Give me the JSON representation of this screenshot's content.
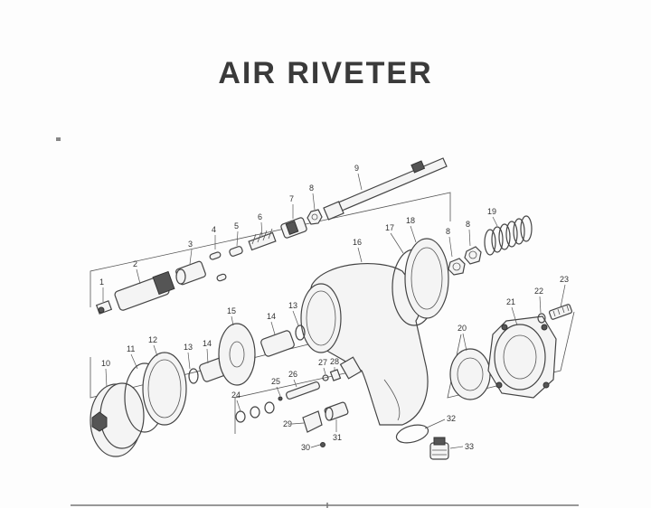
{
  "title": "AIR RIVETER",
  "callouts": {
    "p1": "1",
    "p2": "2",
    "p3": "3",
    "p4": "4",
    "p5": "5",
    "p6": "6",
    "p7": "7",
    "p8a": "8",
    "p9": "9",
    "p8b": "8",
    "p8c": "8",
    "p16": "16",
    "p17": "17",
    "p18": "18",
    "p19": "19",
    "p10": "10",
    "p11": "11",
    "p12": "12",
    "p13a": "13",
    "p14a": "14",
    "p15": "15",
    "p14b": "14",
    "p13b": "13",
    "p20": "20",
    "p21": "21",
    "p22": "22",
    "p23": "23",
    "p24": "24",
    "p25": "25",
    "p26": "26",
    "p27": "27",
    "p28": "28",
    "p29": "29",
    "p30": "30",
    "p31": "31",
    "p32": "32",
    "p33": "33"
  }
}
